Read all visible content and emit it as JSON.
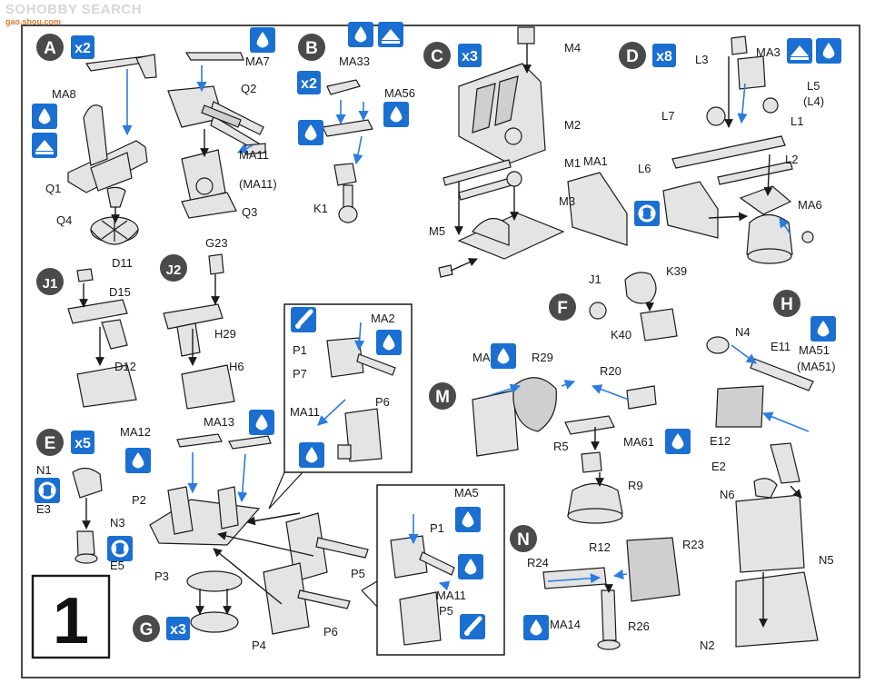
{
  "watermark": {
    "brand": "SOHOBBY SEARCH",
    "site": "gao.shou.com"
  },
  "step_number": "1",
  "colors": {
    "accent_blue": "#1a6fd0",
    "line_blue": "#2b7be0",
    "ink": "#1a1a1a",
    "letter_circle": "#4a4a4a",
    "part_fill": "#e4e4e4"
  },
  "icons": [
    "cement-drop-icon",
    "assemble-flip-icon",
    "paint-dot-icon",
    "rotate-swivel-icon"
  ],
  "assemblies": [
    {
      "letter": "A",
      "qty": "x2",
      "parts": [
        "MA8",
        "MA7",
        "Q2",
        "Q1",
        "Q4",
        "MA11",
        "(MA11)",
        "Q3"
      ]
    },
    {
      "letter": "B",
      "qty": "x2",
      "parts": [
        "MA33",
        "MA56",
        "K1"
      ]
    },
    {
      "letter": "C",
      "qty": "x3",
      "parts": [
        "M4",
        "M2",
        "M1",
        "M3",
        "M5"
      ]
    },
    {
      "letter": "D",
      "qty": "x8",
      "parts": [
        "L3",
        "MA3",
        "L5",
        "(L4)",
        "L7",
        "L1",
        "MA1",
        "L6",
        "L2",
        "MA6"
      ]
    },
    {
      "letter": "J1",
      "qty": "",
      "parts": [
        "D11",
        "D15",
        "D12"
      ]
    },
    {
      "letter": "J2",
      "qty": "",
      "parts": [
        "G23",
        "H29",
        "H6"
      ]
    },
    {
      "letter": "F",
      "qty": "",
      "parts": [
        "J1",
        "K39",
        "K40"
      ]
    },
    {
      "letter": "H",
      "qty": "",
      "parts": [
        "N4",
        "E11",
        "MA51",
        "(MA51)",
        "E12",
        "E2",
        "N6",
        "N5",
        "N2"
      ]
    },
    {
      "letter": "E",
      "qty": "x5",
      "parts": [
        "N1",
        "E3",
        "N3",
        "E5"
      ]
    },
    {
      "letter": "M",
      "qty": "",
      "parts": [
        "MA15",
        "R29",
        "R20",
        "R5",
        "MA61",
        "R9"
      ]
    },
    {
      "letter": "N",
      "qty": "",
      "parts": [
        "R24",
        "R12",
        "R23",
        "MA14",
        "R26"
      ]
    },
    {
      "letter": "G",
      "qty": "x3",
      "parts": [
        "MA12",
        "MA13",
        "P2",
        "P3",
        "P4",
        "P5",
        "P6"
      ]
    }
  ],
  "insets": [
    {
      "parts": [
        "MA2",
        "P1",
        "P7",
        "MA11",
        "P6"
      ]
    },
    {
      "parts": [
        "MA5",
        "P1",
        "MA11",
        "P5"
      ]
    }
  ]
}
